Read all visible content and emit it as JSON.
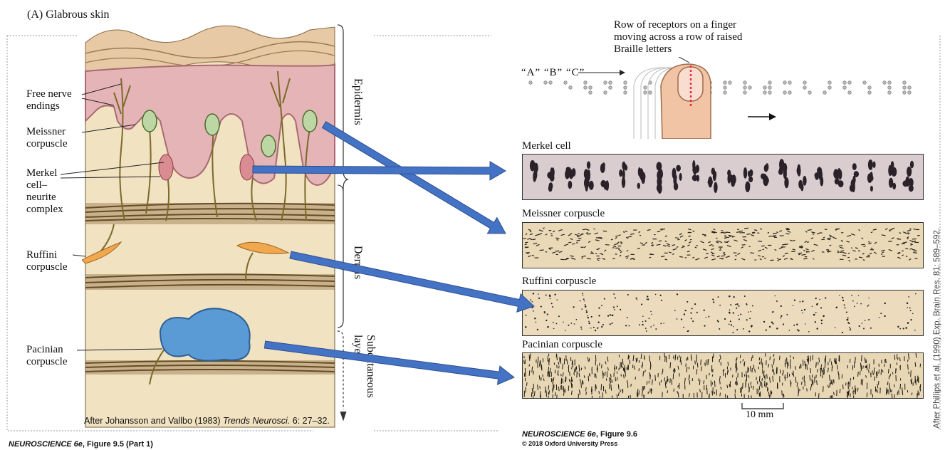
{
  "panel_label": "(A) Glabrous skin",
  "left_labels": {
    "free_nerve": "Free nerve\nendings",
    "meissner": "Meissner\ncorpuscle",
    "merkel": "Merkel\ncell–\nneurite\ncomplex",
    "ruffini": "Ruffini\ncorpuscle",
    "pacinian": "Pacinian\ncorpuscle"
  },
  "layers": {
    "epidermis": "Epidermis",
    "dermis": "Dermis",
    "subcutaneous": "Subcutaneous\nlayer"
  },
  "braille": {
    "caption": "Row of receptors on a finger\nmoving across a row of raised\nBraille letters",
    "letters": "“A” “B” “C”"
  },
  "tracks": [
    {
      "title": "Merkel cell",
      "fill": "#d9cdd0"
    },
    {
      "title": "Meissner corpuscle",
      "fill": "#ead9b7"
    },
    {
      "title": "Ruffini corpuscle",
      "fill": "#ecdcbd"
    },
    {
      "title": "Pacinian corpuscle",
      "fill": "#e8d7b4"
    }
  ],
  "scale_bar": "10 mm",
  "credits": {
    "left_source_a": "After Johansson and Vallbo (1983) ",
    "left_source_journal": "Trends Neurosci.",
    "left_source_b": " 6: 27–32.",
    "right_source": "After Phillips et al. (1990) Exp. Brain Res. 81: 589–592.",
    "left_book_a": "NEUROSCIENCE 6e",
    "left_book_b": ", Figure 9.5 (Part 1)",
    "right_book_a": "NEUROSCIENCE 6e",
    "right_book_b": ", Figure 9.6",
    "copyright": "© 2018 Oxford University Press"
  },
  "colors": {
    "arrow": "#4472c4",
    "epidermis": "#e8b8bc",
    "dermis": "#f3e3c4",
    "pacinian": "#5b9bd5"
  }
}
